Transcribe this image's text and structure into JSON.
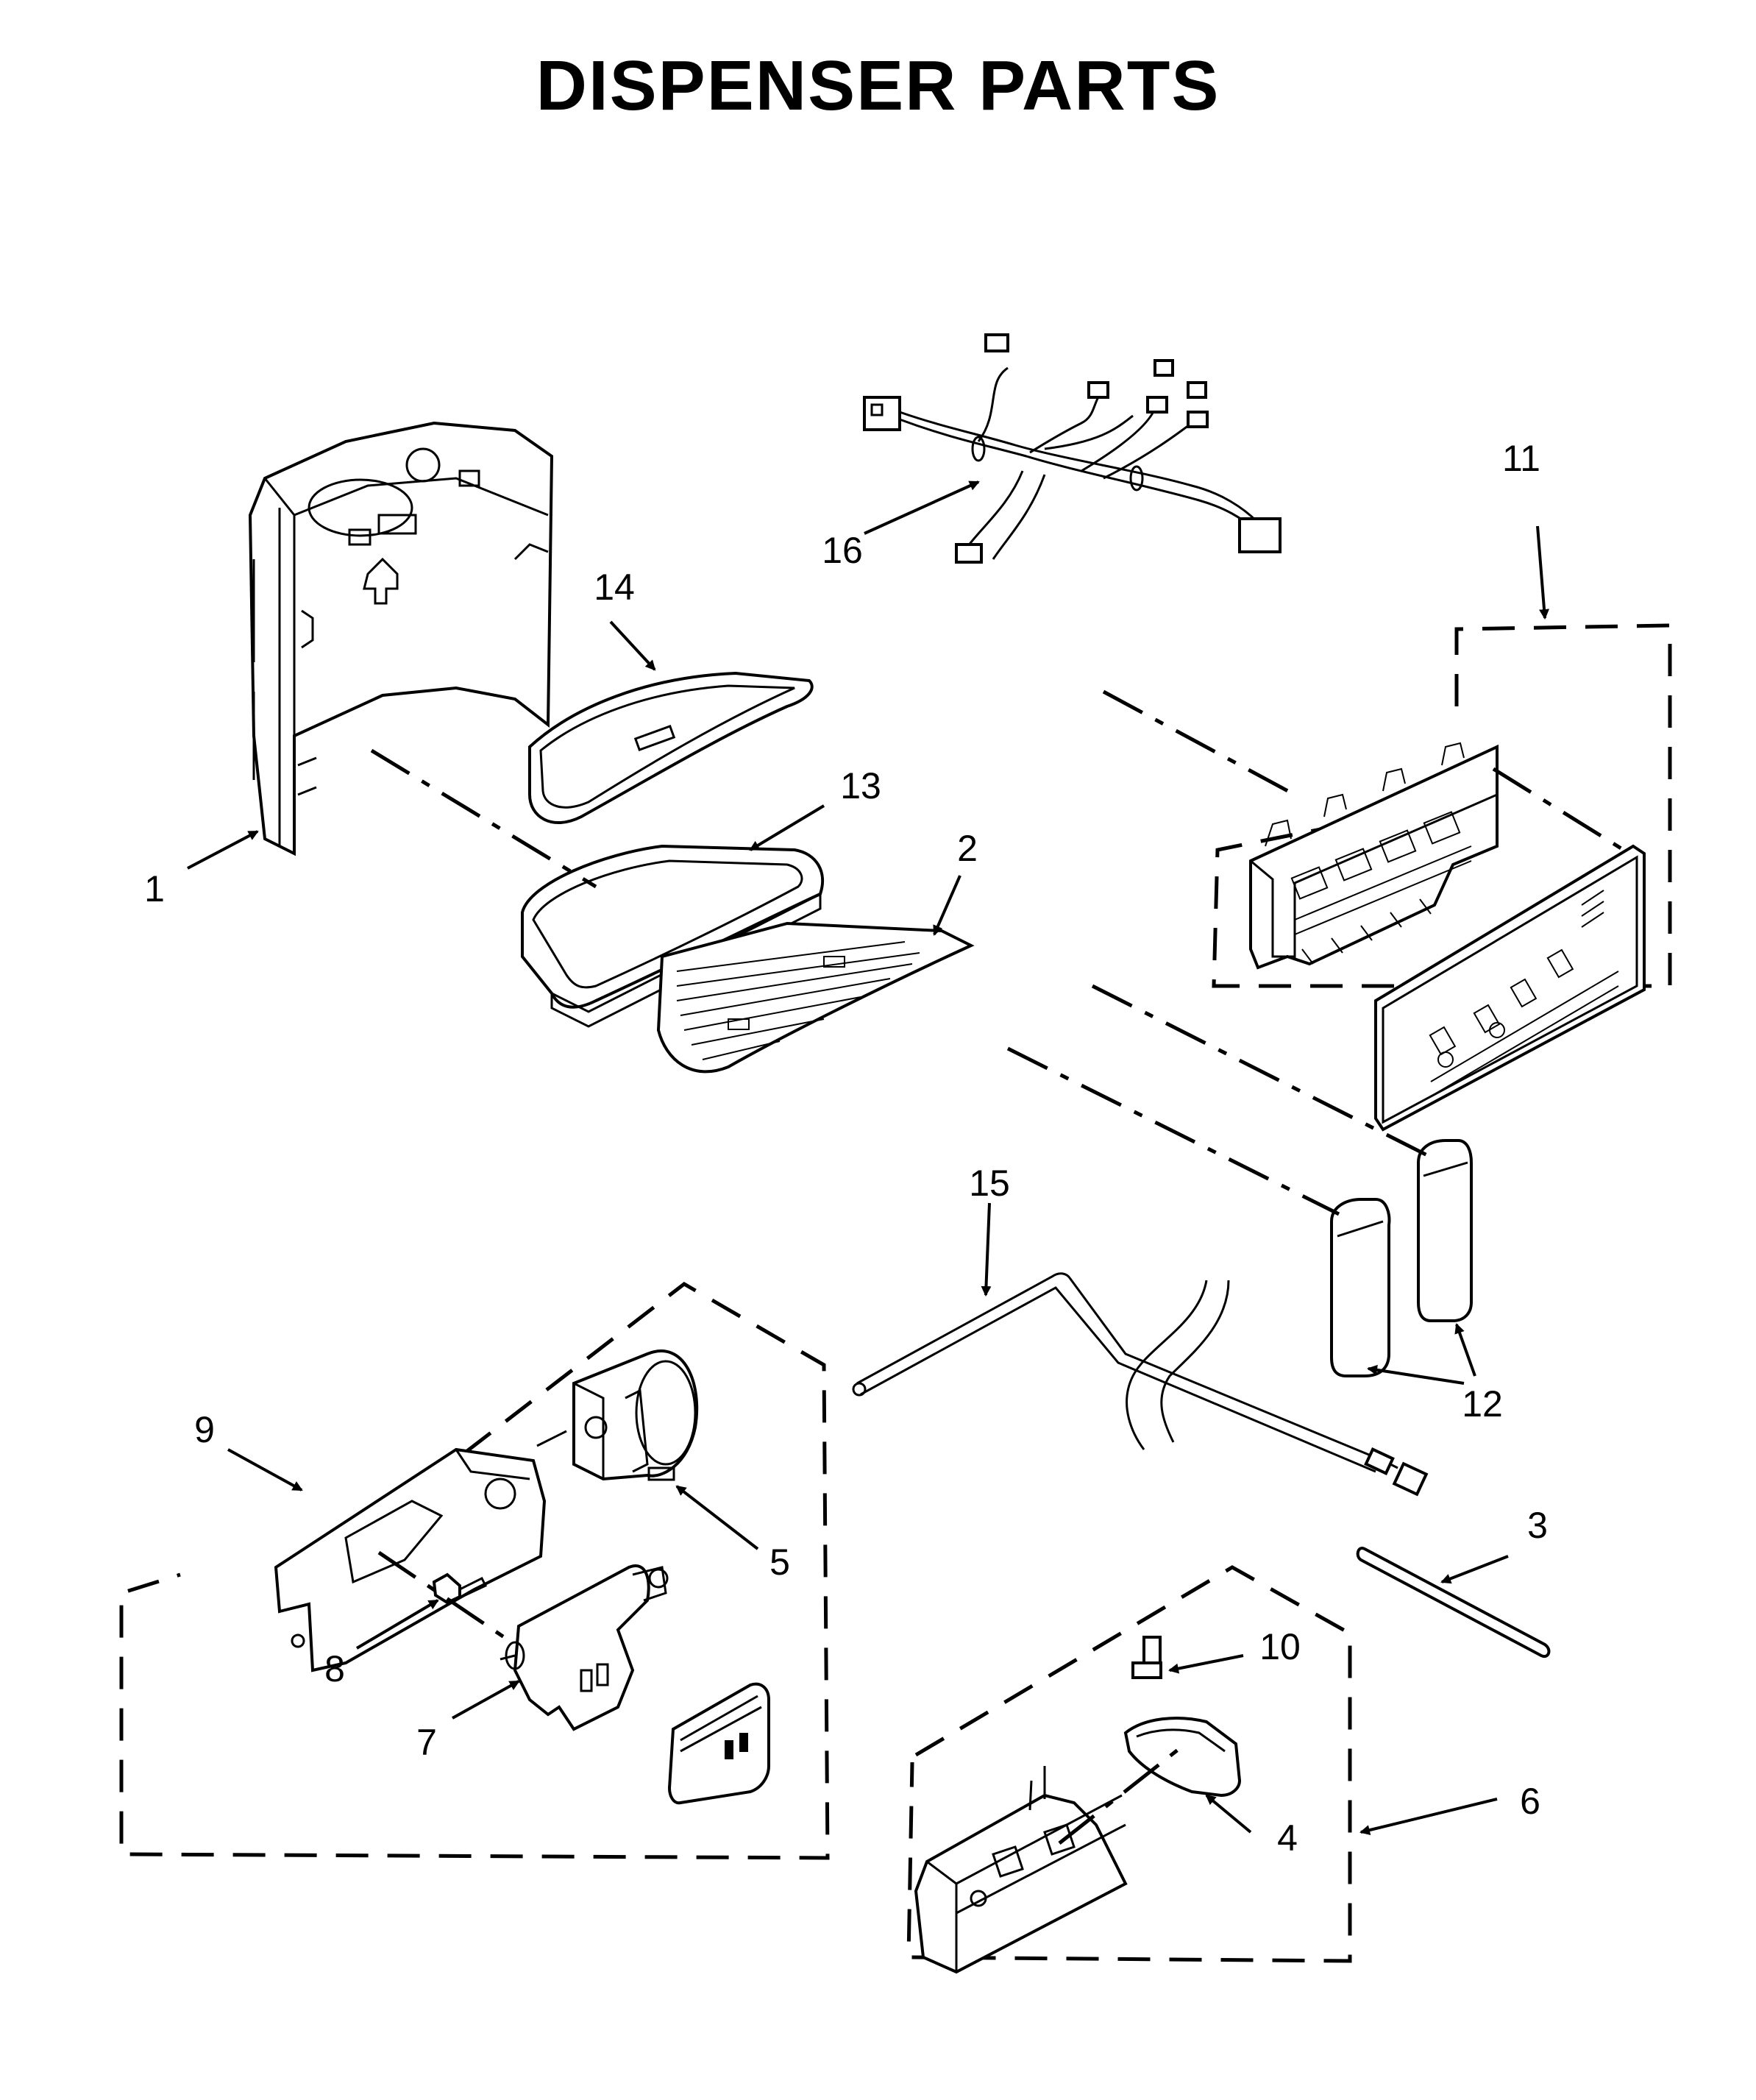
{
  "title": "DISPENSER PARTS",
  "callouts": [
    {
      "key": "c1",
      "label": "1"
    },
    {
      "key": "c2",
      "label": "2"
    },
    {
      "key": "c3",
      "label": "3"
    },
    {
      "key": "c4",
      "label": "4"
    },
    {
      "key": "c5",
      "label": "5"
    },
    {
      "key": "c6",
      "label": "6"
    },
    {
      "key": "c7",
      "label": "7"
    },
    {
      "key": "c8",
      "label": "8"
    },
    {
      "key": "c9",
      "label": "9"
    },
    {
      "key": "c10",
      "label": "10"
    },
    {
      "key": "c11",
      "label": "11"
    },
    {
      "key": "c12",
      "label": "12"
    },
    {
      "key": "c13",
      "label": "13"
    },
    {
      "key": "c14",
      "label": "14"
    },
    {
      "key": "c15",
      "label": "15"
    },
    {
      "key": "c16",
      "label": "16"
    }
  ]
}
